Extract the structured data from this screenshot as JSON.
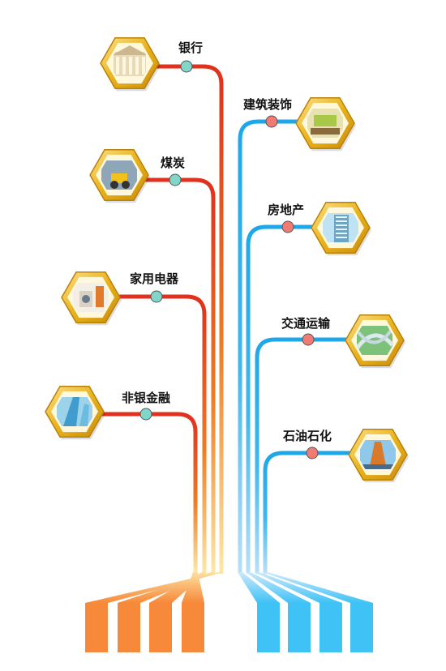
{
  "left_branch": {
    "color_top": "#e0301e",
    "color_mid": "#f07a22",
    "color_bottom": "#fde7a6",
    "node_color": "#7fd6c9",
    "bar_color": "#f7893a",
    "items": [
      {
        "label": "银行",
        "icon": "bank-building-icon"
      },
      {
        "label": "煤炭",
        "icon": "coal-loader-icon"
      },
      {
        "label": "家用电器",
        "icon": "home-appliance-icon"
      },
      {
        "label": "非银金融",
        "icon": "glass-tower-icon"
      }
    ]
  },
  "right_branch": {
    "color_top": "#1ea7e8",
    "color_mid": "#3fb8ef",
    "color_bottom": "#b8dff8",
    "node_color": "#ef7b72",
    "bar_color": "#3fc3f6",
    "items": [
      {
        "label": "建筑装饰",
        "icon": "interior-room-icon"
      },
      {
        "label": "房地产",
        "icon": "apartment-building-icon"
      },
      {
        "label": "交通运输",
        "icon": "highway-interchange-icon"
      },
      {
        "label": "石油石化",
        "icon": "oil-rig-icon"
      }
    ]
  },
  "hex_frame_color": "#e9b21a"
}
